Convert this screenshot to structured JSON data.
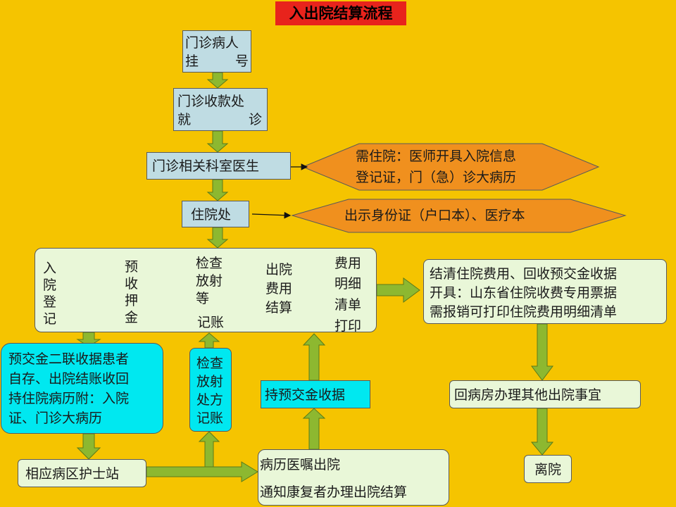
{
  "title": "入出院结算流程",
  "outpatient": {
    "line1": "门诊病人",
    "line2a": "挂",
    "line2b": "号"
  },
  "cashier": {
    "line1": "门诊收款处",
    "line2a": "就",
    "line2b": "诊"
  },
  "doctor": "门诊相关科室医生",
  "doctor_note": {
    "line1": "需住院：医师开具入院信息",
    "line2": "登记证，门（急）诊大病历"
  },
  "admission": "住院处",
  "admission_note": "出示身份证（户口本）、医疗本",
  "stages": {
    "register": "入院登记",
    "deposit": "预收押金",
    "exam": {
      "line1": "检查",
      "line2": "放射",
      "line3": "等",
      "line4": "记账"
    },
    "settle": {
      "line1": "出院",
      "line2": "费用",
      "line3": "结算"
    },
    "print": {
      "line1": "费用",
      "line2": "明细",
      "line3": "清单",
      "line4": "打印"
    }
  },
  "settlement_info": {
    "line1": "结清住院费用、回收预交金收据",
    "line2": "开具：山东省住院收费专用票据",
    "line3": "需报销可打印住院费用明细清单"
  },
  "return_ward": "回病房办理其他出院事宜",
  "discharge": "离院",
  "receipt_note": {
    "line1": "预交金二联收据患者",
    "line2": "自存、出院结账收回",
    "line3": "持住院病历附：入院",
    "line4": "证、门诊大病历"
  },
  "exam_record": "检查放射处方记账",
  "hold_receipt": "持预交金收据",
  "nurse_station": "相应病区护士站",
  "discharge_order": {
    "line1": "病历医嘱出院",
    "line2": "通知康复者办理出院结算"
  },
  "colors": {
    "background": "#F5C400",
    "title": "#E8231C",
    "arrow": "#8DB830",
    "note": "#F0901E",
    "cyan": "#00E8F0"
  }
}
